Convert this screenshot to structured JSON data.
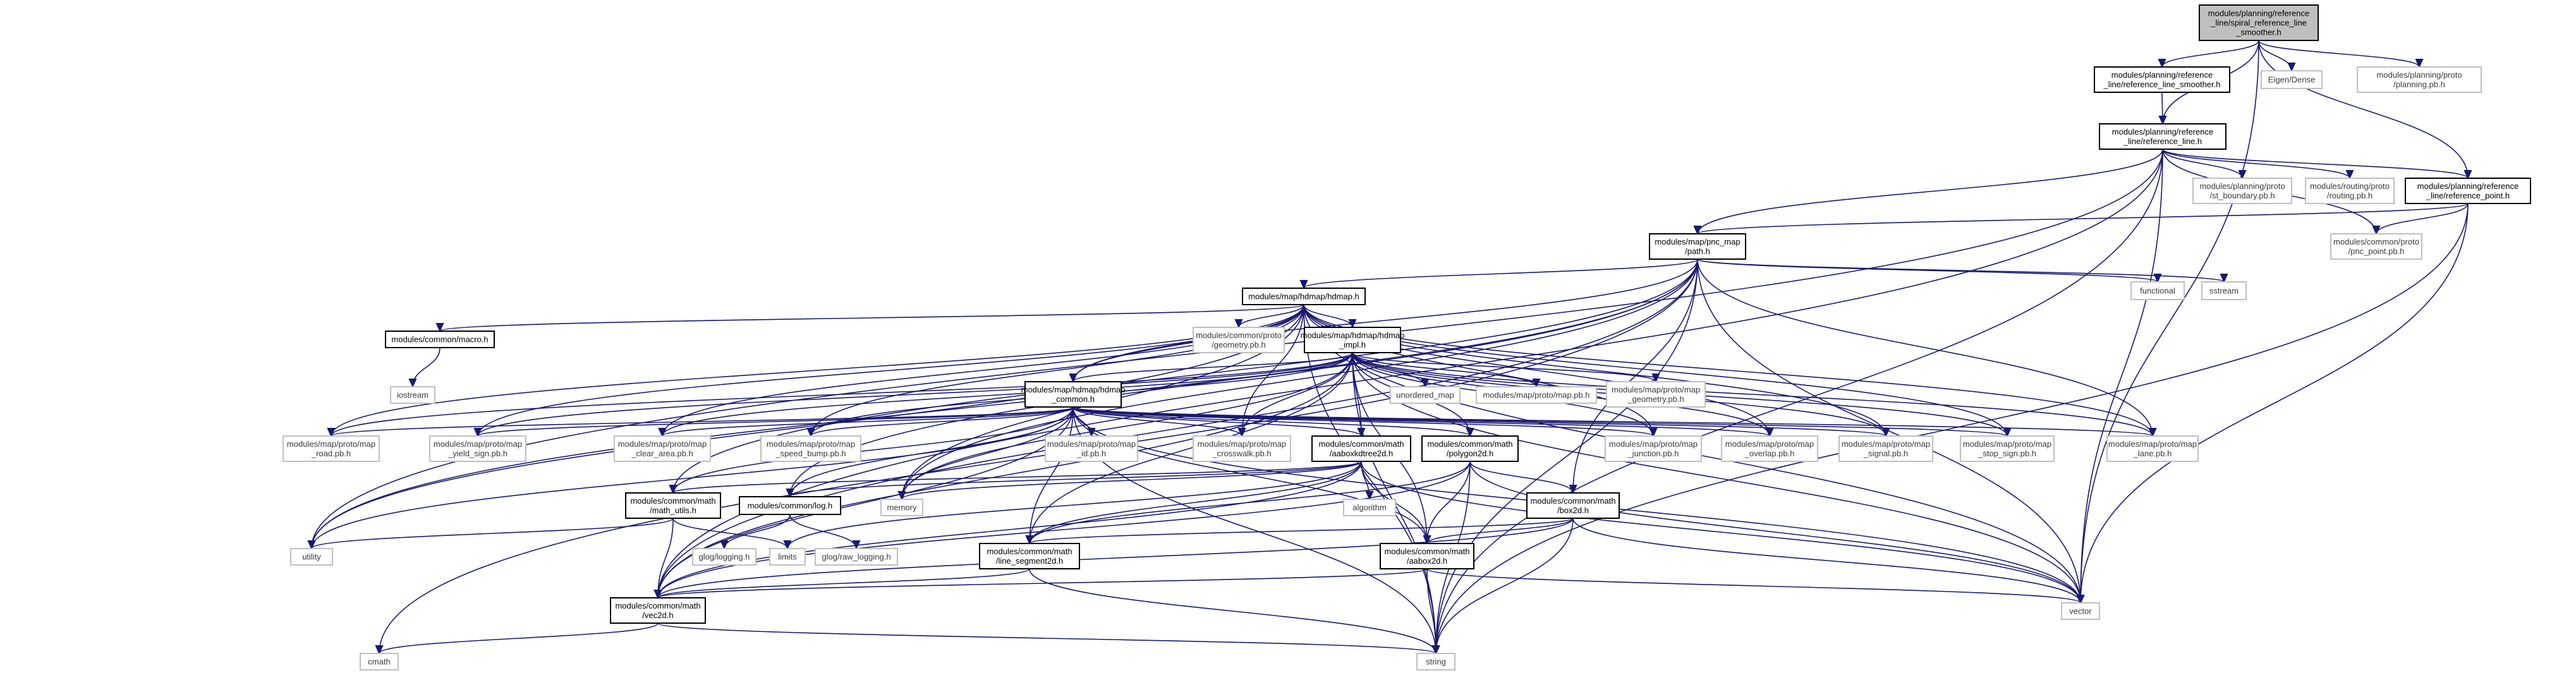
{
  "colors": {
    "root_fill": "#bfbfbf",
    "border_main": "#000000",
    "border_external": "#bfbfbf",
    "edge": "#191970"
  },
  "nodes": {
    "smoother": [
      "modules/planning/reference",
      "_line/spiral_reference_line",
      "_smoother.h"
    ],
    "rls": [
      "modules/planning/reference",
      "_line/reference_line_smoother.h"
    ],
    "eigen": [
      "Eigen/Dense"
    ],
    "planning_pb": [
      "modules/planning/proto",
      "/planning.pb.h"
    ],
    "refline": [
      "modules/planning/reference",
      "_line/reference_line.h"
    ],
    "st_boundary": [
      "modules/planning/proto",
      "/st_boundary.pb.h"
    ],
    "routing": [
      "modules/routing/proto",
      "/routing.pb.h"
    ],
    "refpoint": [
      "modules/planning/reference",
      "_line/reference_point.h"
    ],
    "pnc_path": [
      "modules/map/pnc_map",
      "/path.h"
    ],
    "pnc_point": [
      "modules/common/proto",
      "/pnc_point.pb.h"
    ],
    "functional": [
      "functional"
    ],
    "sstream": [
      "sstream"
    ],
    "hdmap": [
      "modules/map/hdmap/hdmap.h"
    ],
    "macro": [
      "modules/common/macro.h"
    ],
    "geometry_pb": [
      "modules/common/proto",
      "/geometry.pb.h"
    ],
    "hdmap_impl": [
      "modules/map/hdmap/hdmap",
      "_impl.h"
    ],
    "iostream": [
      "iostream"
    ],
    "unordered_map": [
      "unordered_map"
    ],
    "map_pb": [
      "modules/map/proto/map.pb.h"
    ],
    "map_geometry_pb": [
      "modules/map/proto/map",
      "_geometry.pb.h"
    ],
    "hdmap_common": [
      "modules/map/hdmap/hdmap",
      "_common.h"
    ],
    "road_pb": [
      "modules/map/proto/map",
      "_road.pb.h"
    ],
    "yield_pb": [
      "modules/map/proto/map",
      "_yield_sign.pb.h"
    ],
    "clear_pb": [
      "modules/map/proto/map",
      "_clear_area.pb.h"
    ],
    "speed_pb": [
      "modules/map/proto/map",
      "_speed_bump.pb.h"
    ],
    "id_pb": [
      "modules/map/proto/map",
      "_id.pb.h"
    ],
    "crosswalk_pb": [
      "modules/map/proto/map",
      "_crosswalk.pb.h"
    ],
    "aaboxkd": [
      "modules/common/math",
      "/aaboxkdtree2d.h"
    ],
    "polygon": [
      "modules/common/math",
      "/polygon2d.h"
    ],
    "junction_pb": [
      "modules/map/proto/map",
      "_junction.pb.h"
    ],
    "overlap_pb": [
      "modules/map/proto/map",
      "_overlap.pb.h"
    ],
    "signal_pb": [
      "modules/map/proto/map",
      "_signal.pb.h"
    ],
    "stop_pb": [
      "modules/map/proto/map",
      "_stop_sign.pb.h"
    ],
    "lane_pb": [
      "modules/map/proto/map",
      "_lane.pb.h"
    ],
    "math_utils": [
      "modules/common/math",
      "/math_utils.h"
    ],
    "log": [
      "modules/common/log.h"
    ],
    "memory": [
      "memory"
    ],
    "algorithm": [
      "algorithm"
    ],
    "box2d": [
      "modules/common/math",
      "/box2d.h"
    ],
    "utility": [
      "utility"
    ],
    "limits": [
      "limits"
    ],
    "glog": [
      "glog/logging.h"
    ],
    "glog_raw": [
      "glog/raw_logging.h"
    ],
    "line_segment": [
      "modules/common/math",
      "/line_segment2d.h"
    ],
    "aabox": [
      "modules/common/math",
      "/aabox2d.h"
    ],
    "vec2d": [
      "modules/common/math",
      "/vec2d.h"
    ],
    "vector": [
      "vector"
    ],
    "cmath": [
      "cmath"
    ],
    "string": [
      "string"
    ]
  }
}
